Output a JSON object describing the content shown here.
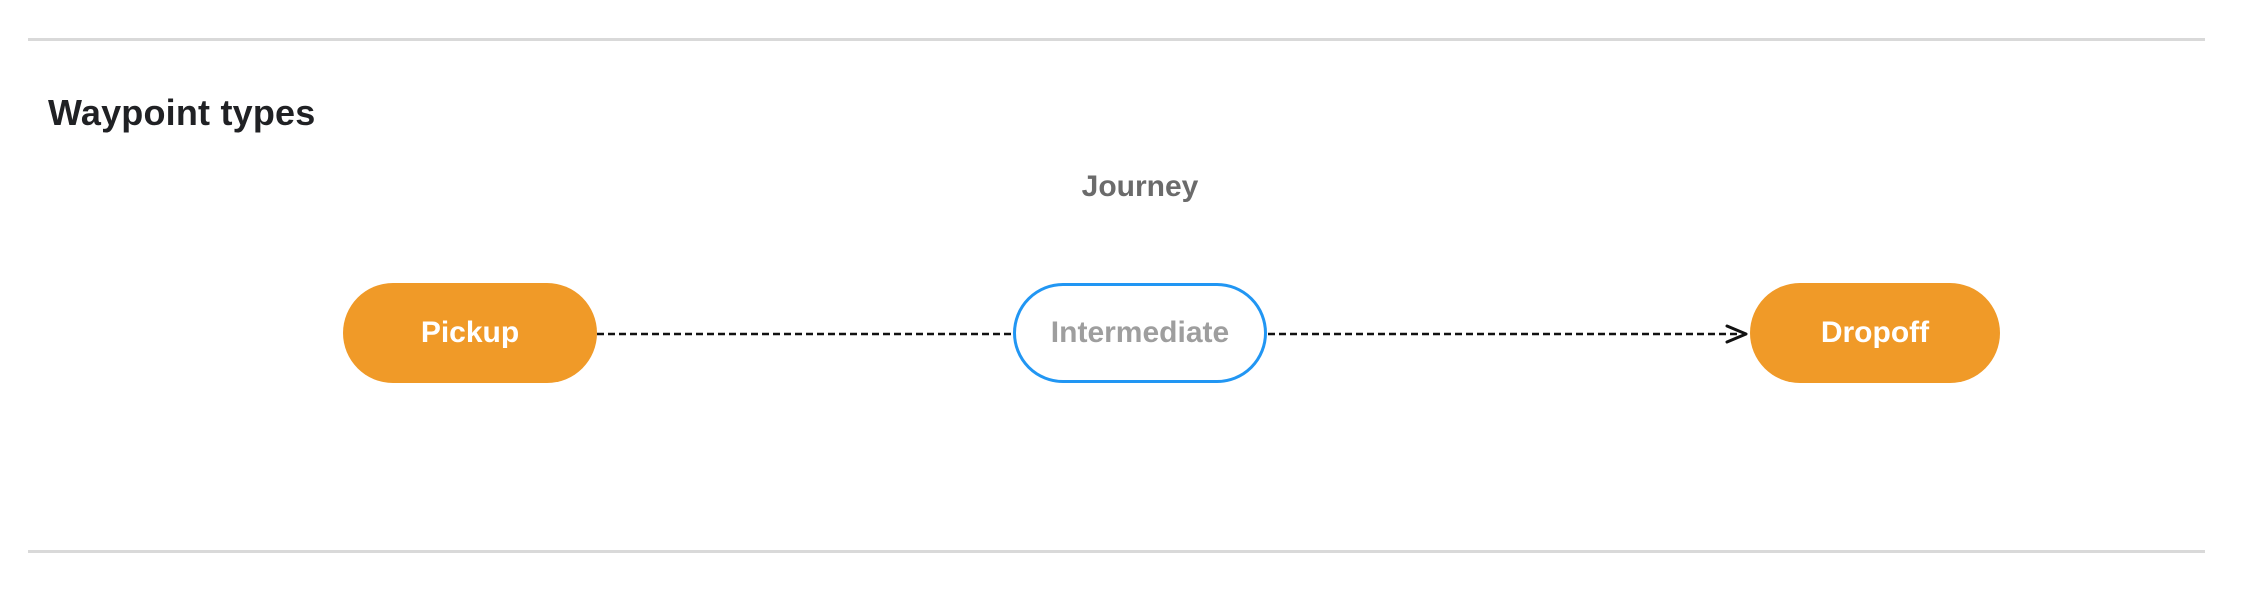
{
  "page": {
    "section_title": "Waypoint types"
  },
  "diagram": {
    "label": "Journey",
    "nodes": [
      {
        "id": "pickup",
        "label": "Pickup",
        "type": "endpoint"
      },
      {
        "id": "intermediate",
        "label": "Intermediate",
        "type": "intermediate"
      },
      {
        "id": "dropoff",
        "label": "Dropoff",
        "type": "endpoint"
      }
    ],
    "edge": {
      "style": "dashed-arrow",
      "from": "pickup",
      "to": "dropoff",
      "passes_through": "intermediate"
    },
    "colors": {
      "endpoint_fill": "#F09A28",
      "endpoint_text": "#FFFFFF",
      "intermediate_border": "#2196F3",
      "intermediate_text": "#9E9E9E",
      "edge_stroke": "#111111",
      "journey_label_text": "#6B6B6B",
      "divider": "#D9D9D9",
      "heading_text": "#202124"
    }
  }
}
